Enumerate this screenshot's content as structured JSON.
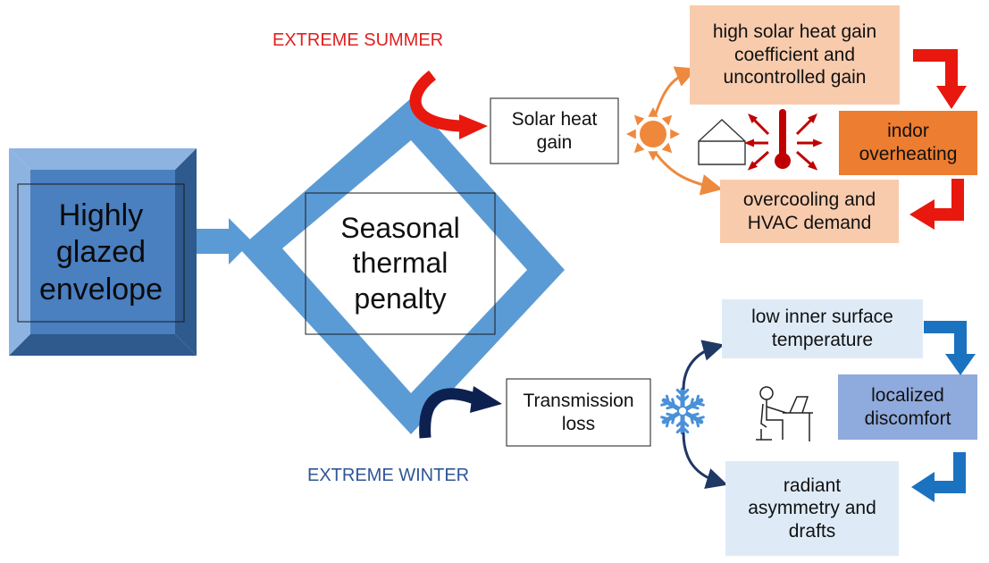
{
  "source": {
    "label": "Highly glazed envelope",
    "face_color": "#4a7fc0",
    "bevel_light": "#8db3e0",
    "bevel_dark": "#2e5a8e"
  },
  "center": {
    "label": "Seasonal thermal penalty",
    "frame_color": "#5b9bd5"
  },
  "summer": {
    "title": "EXTREME SUMMER",
    "title_color": "#e02020",
    "arrow_color": "#e8180f",
    "entry_label": "Solar heat gain",
    "sun_color": "#f0883c",
    "branch_arrow_color": "#ed8a3e",
    "thermometer_color": "#c00000",
    "boxes": {
      "upper": "high solar heat gain coefficient and uncontrolled gain",
      "middle": "indor overheating",
      "lower": "overcooling and HVAC demand"
    },
    "light_fill": "#f8cbad",
    "dark_fill": "#ed7d31"
  },
  "winter": {
    "title": "EXTREME WINTER",
    "title_color": "#2f5597",
    "arrow_color": "#0d2150",
    "entry_label": "Transmission loss",
    "snowflake_color": "#4a90d9",
    "branch_arrow_color": "#1f3864",
    "boxes": {
      "upper": "low inner surface temperature",
      "middle": "localized discomfort",
      "lower": "radiant asymmetry and drafts"
    },
    "light_fill": "#deebf7",
    "dark_fill": "#8faadc",
    "side_arrow_color": "#1b72c0"
  },
  "icons": {
    "house": "house-icon",
    "thermometer": "thermometer-icon",
    "person": "person-at-computer-icon",
    "sun": "sun-icon",
    "snowflake": "snowflake-icon"
  }
}
